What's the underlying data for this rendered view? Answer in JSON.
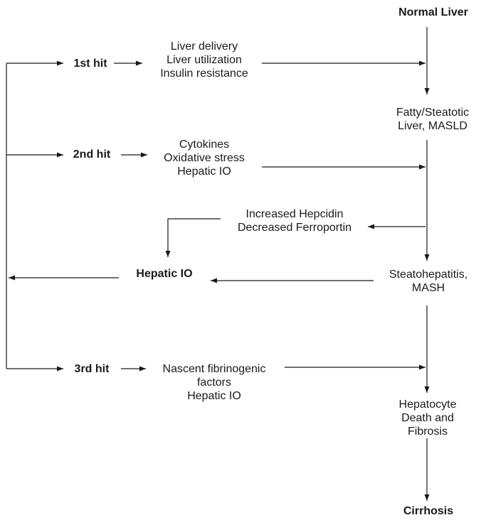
{
  "nodes": {
    "normal_liver": "Normal Liver",
    "fatty_liver": [
      "Fatty/Steatotic",
      "Liver, MASLD"
    ],
    "steatohepatitis": [
      "Steatohepatitis,",
      "MASH"
    ],
    "hepatocyte_death": [
      "Hepatocyte",
      "Death and",
      "Fibrosis"
    ],
    "cirrhosis": "Cirrhosis"
  },
  "hits": {
    "first": "1st hit",
    "second": "2nd hit",
    "third": "3rd hit",
    "hepatic_io": "Hepatic IO"
  },
  "factors": {
    "first": [
      "Liver delivery",
      "Liver utilization",
      "Insulin resistance"
    ],
    "second": [
      "Cytokines",
      "Oxidative stress",
      "Hepatic IO"
    ],
    "hepcidin": [
      "Increased Hepcidin",
      "Decreased Ferroportin"
    ],
    "third": [
      "Nascent fibrinogenic",
      "factors",
      "Hepatic IO"
    ]
  }
}
